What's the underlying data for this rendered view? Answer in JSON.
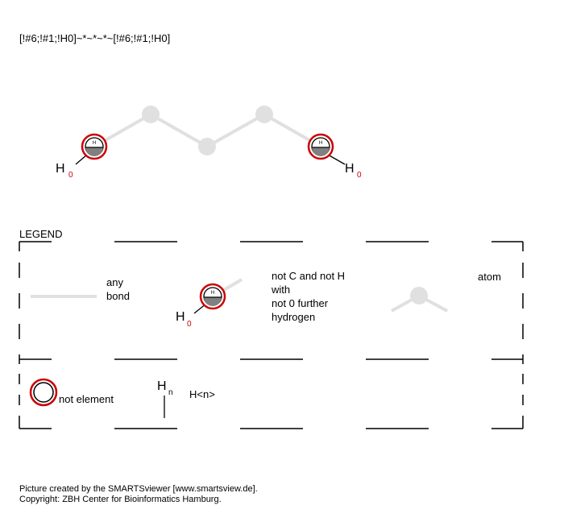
{
  "smarts": "[!#6;!#1;!H0]~*~*~*~[!#6;!#1;!H0]",
  "molecule": {
    "h_symbol": "H",
    "h_count": "0"
  },
  "legend": {
    "title": "LEGEND",
    "any_bond": [
      "any",
      "bond"
    ],
    "atom_description": [
      "not C and not H",
      "with",
      "not 0 further",
      "hydrogen"
    ],
    "atom_label": "atom",
    "not_element": "not element",
    "hn_symbol": "H",
    "hn_subscript": "n",
    "hn_label": "H<n>"
  },
  "footer": [
    "Picture created by the SMARTSviewer [www.smartsview.de].",
    "Copyright: ZBH Center for Bioinformatics Hamburg."
  ],
  "colors": {
    "bond": "#e0e0e0",
    "atom_gray": "#e0e0e0",
    "ring_red": "#cc0000",
    "half_fill": "#808080"
  }
}
